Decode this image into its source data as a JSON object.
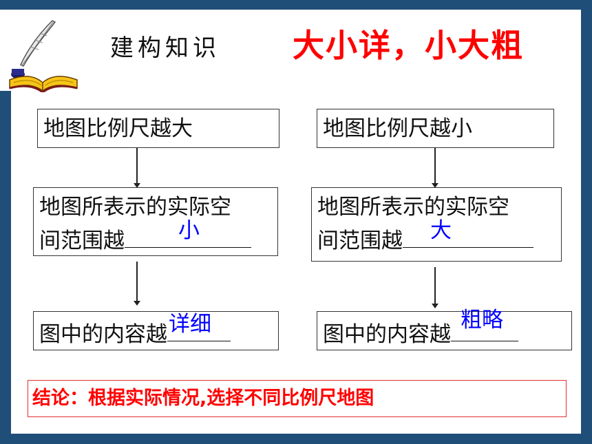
{
  "header": {
    "title": "建构知识",
    "headline": "大小详，小大粗"
  },
  "left": {
    "box1": "地图比例尺越大",
    "box2_line1": "地图所表示的实际空",
    "box2_line2": "间范围越",
    "box2_answer": "小",
    "box3": "图中的内容越",
    "box3_answer": "详细"
  },
  "right": {
    "box1": "地图比例尺越小",
    "box2_line1": "地图所表示的实际空",
    "box2_line2": "间范围越",
    "box2_answer": "大",
    "box3": "图中的内容越",
    "box3_answer": "粗略"
  },
  "conclusion": "结论：根据实际情况,选择不同比例尺地图",
  "colors": {
    "frame": "#1f4e79",
    "headline": "#ff0000",
    "answer": "#0000ff",
    "conclusion": "#ff0000"
  },
  "icons": [
    "quill-pen-icon",
    "open-book-icon"
  ]
}
